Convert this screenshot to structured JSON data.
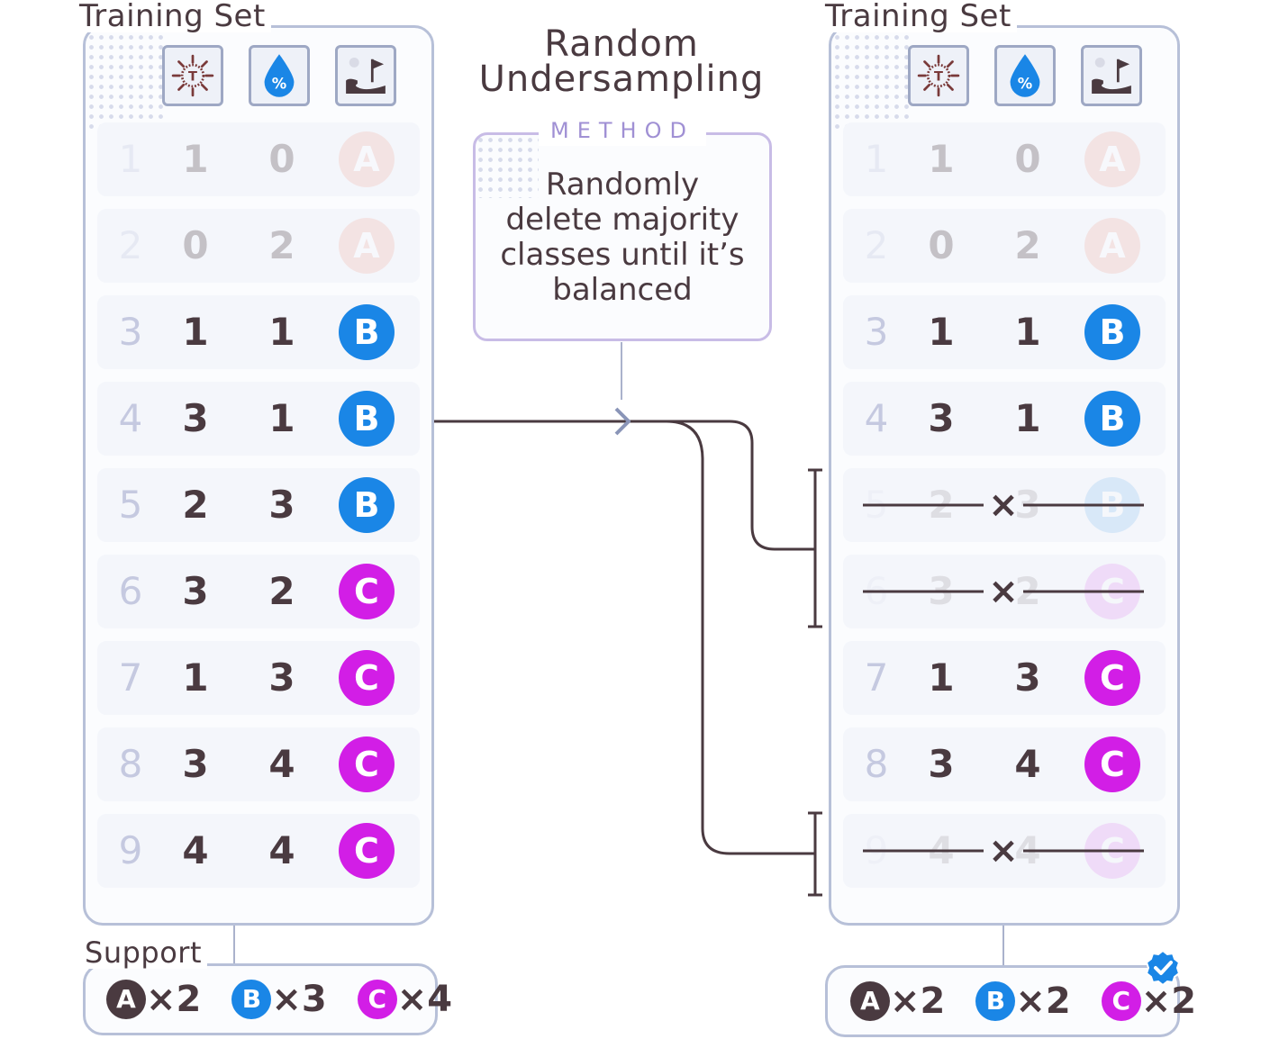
{
  "colors": {
    "A": "#f2b5a8",
    "A_dark": "#4a3a40",
    "B": "#1a86e6",
    "C": "#d21ee6",
    "line": "#4a3a40",
    "panel_border": "#b7c0d8",
    "method_border": "#c8bce6",
    "check": "#1a86e6"
  },
  "left_panel": {
    "title": "Training Set",
    "header_icons": [
      "sun-icon",
      "humidity-icon",
      "golf-icon"
    ],
    "rows": [
      {
        "index": "1",
        "v1": "1",
        "v2": "0",
        "label": "A",
        "state": "faded"
      },
      {
        "index": "2",
        "v1": "0",
        "v2": "2",
        "label": "A",
        "state": "faded"
      },
      {
        "index": "3",
        "v1": "1",
        "v2": "1",
        "label": "B",
        "state": "normal"
      },
      {
        "index": "4",
        "v1": "3",
        "v2": "1",
        "label": "B",
        "state": "normal"
      },
      {
        "index": "5",
        "v1": "2",
        "v2": "3",
        "label": "B",
        "state": "normal"
      },
      {
        "index": "6",
        "v1": "3",
        "v2": "2",
        "label": "C",
        "state": "normal"
      },
      {
        "index": "7",
        "v1": "1",
        "v2": "3",
        "label": "C",
        "state": "normal"
      },
      {
        "index": "8",
        "v1": "3",
        "v2": "4",
        "label": "C",
        "state": "normal"
      },
      {
        "index": "9",
        "v1": "4",
        "v2": "4",
        "label": "C",
        "state": "normal"
      }
    ]
  },
  "right_panel": {
    "title": "Training Set",
    "header_icons": [
      "sun-icon",
      "humidity-icon",
      "golf-icon"
    ],
    "rows": [
      {
        "index": "1",
        "v1": "1",
        "v2": "0",
        "label": "A",
        "state": "faded"
      },
      {
        "index": "2",
        "v1": "0",
        "v2": "2",
        "label": "A",
        "state": "faded"
      },
      {
        "index": "3",
        "v1": "1",
        "v2": "1",
        "label": "B",
        "state": "normal"
      },
      {
        "index": "4",
        "v1": "3",
        "v2": "1",
        "label": "B",
        "state": "normal"
      },
      {
        "index": "5",
        "v1": "2",
        "v2": "3",
        "label": "B",
        "state": "deleted"
      },
      {
        "index": "6",
        "v1": "3",
        "v2": "2",
        "label": "C",
        "state": "deleted"
      },
      {
        "index": "7",
        "v1": "1",
        "v2": "3",
        "label": "C",
        "state": "normal"
      },
      {
        "index": "8",
        "v1": "3",
        "v2": "4",
        "label": "C",
        "state": "normal"
      },
      {
        "index": "9",
        "v1": "4",
        "v2": "4",
        "label": "C",
        "state": "deleted"
      }
    ]
  },
  "method": {
    "title_line1": "Random",
    "title_line2": "Undersampling",
    "tag": "METHOD",
    "desc_line1": "Randomly",
    "desc_line2": "delete majority",
    "desc_line3": "classes until it’s",
    "desc_line4": "balanced"
  },
  "support_left": {
    "title": "Support",
    "items": [
      {
        "label": "A",
        "count": "×2"
      },
      {
        "label": "B",
        "count": "×3"
      },
      {
        "label": "C",
        "count": "×4"
      }
    ]
  },
  "support_right": {
    "items": [
      {
        "label": "A",
        "count": "×2"
      },
      {
        "label": "B",
        "count": "×2"
      },
      {
        "label": "C",
        "count": "×2"
      }
    ]
  },
  "delete_mark": "×"
}
